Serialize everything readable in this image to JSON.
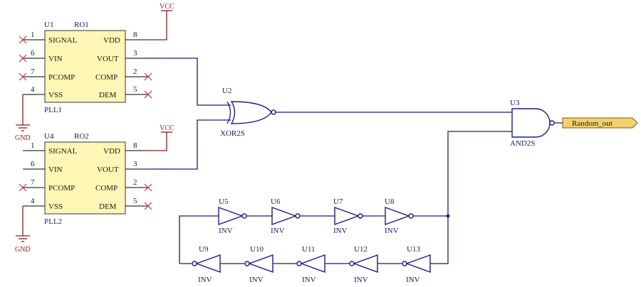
{
  "power": {
    "vcc": "VCC",
    "gnd": "GND"
  },
  "chips": [
    {
      "ref": "U1",
      "name": "RO1",
      "footer": "PLL1",
      "left_pins": [
        {
          "num": "1",
          "label": "SIGNAL"
        },
        {
          "num": "6",
          "label": "VIN"
        },
        {
          "num": "7",
          "label": "PCOMP"
        },
        {
          "num": "4",
          "label": "VSS"
        }
      ],
      "right_pins": [
        {
          "num": "8",
          "label": "VDD"
        },
        {
          "num": "3",
          "label": "VOUT"
        },
        {
          "num": "2",
          "label": "COMP"
        },
        {
          "num": "5",
          "label": "DEM"
        }
      ]
    },
    {
      "ref": "U4",
      "name": "RO2",
      "footer": "PLL2",
      "left_pins": [
        {
          "num": "1",
          "label": "SIGNAL"
        },
        {
          "num": "6",
          "label": "VIN"
        },
        {
          "num": "7",
          "label": "PCOMP"
        },
        {
          "num": "4",
          "label": "VSS"
        }
      ],
      "right_pins": [
        {
          "num": "8",
          "label": "VDD"
        },
        {
          "num": "3",
          "label": "VOUT"
        },
        {
          "num": "2",
          "label": "COMP"
        },
        {
          "num": "5",
          "label": "DEM"
        }
      ]
    }
  ],
  "xor_gate": {
    "ref": "U2",
    "type": "XOR2S"
  },
  "and_gate": {
    "ref": "U3",
    "type": "AND2S"
  },
  "output_port": "Random_out",
  "inverters_top": [
    {
      "ref": "U5",
      "type": "INV"
    },
    {
      "ref": "U6",
      "type": "INV"
    },
    {
      "ref": "U7",
      "type": "INV"
    },
    {
      "ref": "U8",
      "type": "INV"
    }
  ],
  "inverters_bottom": [
    {
      "ref": "U9",
      "type": "INV"
    },
    {
      "ref": "U10",
      "type": "INV"
    },
    {
      "ref": "U11",
      "type": "INV"
    },
    {
      "ref": "U12",
      "type": "INV"
    },
    {
      "ref": "U13",
      "type": "INV"
    }
  ]
}
